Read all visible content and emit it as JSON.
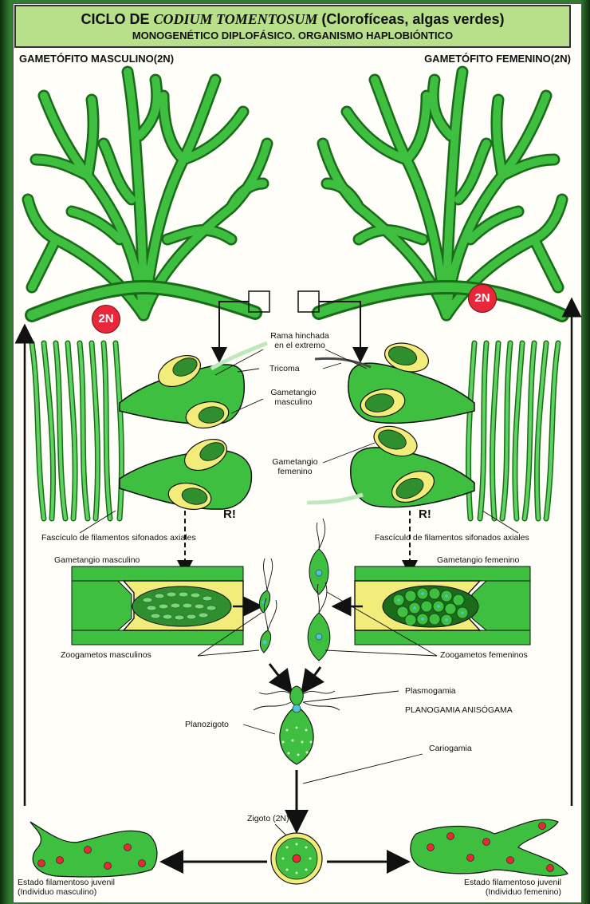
{
  "title": {
    "prefix": "CICLO DE ",
    "species": "CODIUM TOMENTOSUM",
    "suffix": " (Clorofíceas, algas verdes)",
    "subtitle": "MONOGENÉTICO DIPLOFÁSICO. ORGANISMO HAPLOBIÓNTICO"
  },
  "headers": {
    "male": "GAMETÓFITO MASCULINO(2N)",
    "female": "GAMETÓFITO FEMENINO(2N)"
  },
  "badges": {
    "left": "2N",
    "right": "2N"
  },
  "labels": {
    "rama1": "Rama hinchada",
    "rama2": "en el extremo",
    "tricoma": "Tricoma",
    "gmasc1": "Gametangio",
    "gmasc2": "masculino",
    "gfem1": "Gametangio",
    "gfem2": "femenino",
    "rleft": "R!",
    "rright": "R!",
    "fasc_left": "Fascículo de filamentos sifonados axiales",
    "fasc_right": "Fascículo de filamentos sifonados axiales",
    "gam_masc_box": "Gametangio masculino",
    "gam_fem_box": "Gametangio femenino",
    "zoo_masc": "Zoogametos masculinos",
    "zoo_fem": "Zoogametos femeninos",
    "plasmogamia": "Plasmogamia",
    "planogamia": "PLANOGAMIA ANISÓGAMA",
    "planozigoto": "Planozigoto",
    "cariogamia": "Cariogamia",
    "zigoto": "Zigoto (2N)",
    "juv_left1": "Estado filamentoso juvenil",
    "juv_left2": "(Individuo masculino)",
    "juv_right1": "Estado filamentoso juvenil",
    "juv_right2": "(Individuo femenino)"
  },
  "colors": {
    "thallus": "#3fbf3f",
    "thallus_dark": "#1a6b1a",
    "gametangium": "#f2ec7a",
    "badge": "#e8283a",
    "title_bg": "#b8e08a"
  }
}
